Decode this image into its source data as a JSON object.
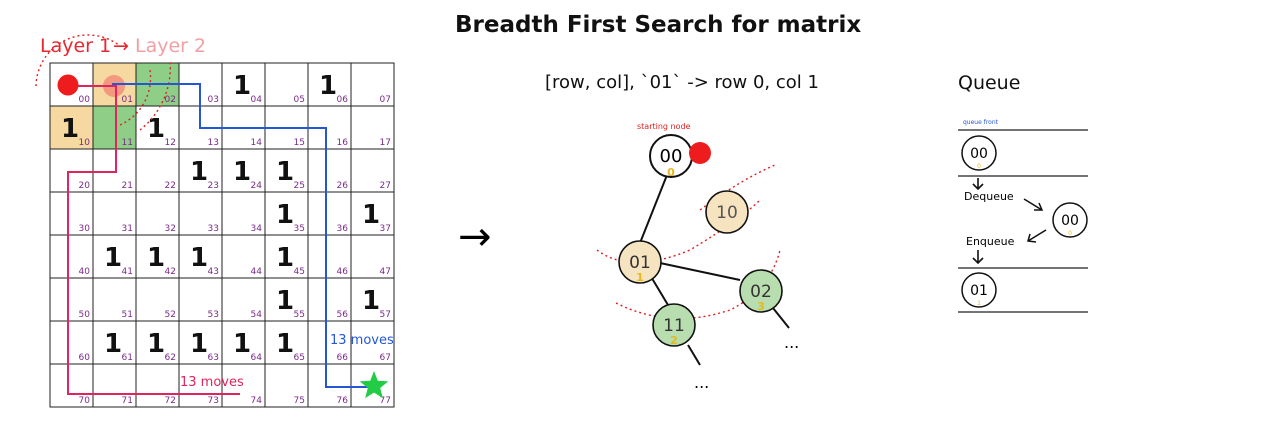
{
  "title": "Breadth First Search for matrix",
  "layer1_label": "Layer 1",
  "layer2_label": "Layer 2",
  "arrow_glyph": "→",
  "big_arrow_glyph": "→",
  "graph_subtitle": "[row, col], `01` -> row 0, col 1",
  "queue_title": "Queue",
  "colors": {
    "grid_line": "#222222",
    "cell_index": "#7a2a8a",
    "layer1_fill": "#f6d9a0",
    "layer2_fill": "#8fce86",
    "red_path": "#e0245e",
    "blue_path": "#2457d6",
    "start_dot": "#ee1c1c",
    "goal_star": "#22cc44",
    "node_index": "#e4b820",
    "dashed_arc": "#e02020"
  },
  "grid": {
    "rows": 8,
    "cols": 8,
    "cells": [
      [
        "00",
        "01",
        "02",
        "03",
        "04",
        "05",
        "06",
        "07"
      ],
      [
        "10",
        "11",
        "12",
        "13",
        "14",
        "15",
        "16",
        "17"
      ],
      [
        "20",
        "21",
        "22",
        "23",
        "24",
        "25",
        "26",
        "27"
      ],
      [
        "30",
        "31",
        "32",
        "33",
        "34",
        "35",
        "36",
        "37"
      ],
      [
        "40",
        "41",
        "42",
        "43",
        "44",
        "45",
        "46",
        "47"
      ],
      [
        "50",
        "51",
        "52",
        "53",
        "54",
        "55",
        "56",
        "57"
      ],
      [
        "60",
        "61",
        "62",
        "63",
        "64",
        "65",
        "66",
        "67"
      ],
      [
        "70",
        "71",
        "72",
        "73",
        "74",
        "75",
        "76",
        "77"
      ]
    ],
    "walls": [
      "04",
      "06",
      "10",
      "12",
      "23",
      "24",
      "25",
      "35",
      "37",
      "41",
      "42",
      "43",
      "45",
      "55",
      "57",
      "61",
      "62",
      "63",
      "64",
      "65"
    ],
    "wall_mark": "1",
    "layer1_cells": [
      "01",
      "10"
    ],
    "layer2_cells": [
      "02",
      "11"
    ],
    "start": "00",
    "goal": "77",
    "red_label": "13 moves",
    "blue_label": "13 moves"
  },
  "graph": {
    "starting_label": "starting node",
    "nodes": [
      {
        "id": "00",
        "index": "0",
        "style": "white"
      },
      {
        "id": "10",
        "index": "",
        "style": "layer1"
      },
      {
        "id": "01",
        "index": "1",
        "style": "layer1"
      },
      {
        "id": "02",
        "index": "3",
        "style": "layer2"
      },
      {
        "id": "11",
        "index": "2",
        "style": "layer2"
      }
    ],
    "ellipsis": "..."
  },
  "queue": {
    "front_label": "queue front",
    "items": [
      {
        "id": "00",
        "index": "0"
      },
      {
        "id": "00",
        "index": "0"
      },
      {
        "id": "01",
        "index": "1"
      }
    ],
    "dequeue_label": "Dequeue",
    "enqueue_label": "Enqueue"
  }
}
